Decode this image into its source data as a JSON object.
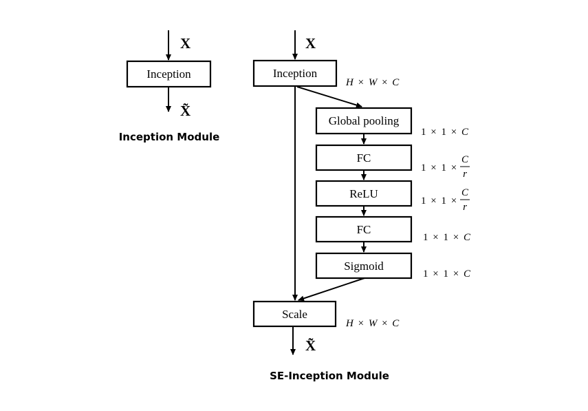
{
  "inception_module": {
    "input_label": "X",
    "output_label": "X̃",
    "block_label": "Inception",
    "caption": "Inception Module"
  },
  "se_inception_module": {
    "input_label": "X",
    "output_label": "X̃",
    "caption": "SE-Inception Module",
    "blocks": {
      "inception": "Inception",
      "global_pooling": "Global pooling",
      "fc1": "FC",
      "relu": "ReLU",
      "fc2": "FC",
      "sigmoid": "Sigmoid",
      "scale": "Scale"
    },
    "dims": {
      "inception": {
        "a": "H",
        "b": "W",
        "c": "C"
      },
      "global_pooling": {
        "a": "1",
        "b": "1",
        "c": "C"
      },
      "fc1": {
        "a": "1",
        "b": "1",
        "num": "C",
        "den": "r"
      },
      "relu": {
        "a": "1",
        "b": "1",
        "num": "C",
        "den": "r"
      },
      "fc2": {
        "a": "1",
        "b": "1",
        "c": "C"
      },
      "sigmoid": {
        "a": "1",
        "b": "1",
        "c": "C"
      },
      "scale": {
        "a": "H",
        "b": "W",
        "c": "C"
      }
    },
    "times_symbol": "×"
  }
}
